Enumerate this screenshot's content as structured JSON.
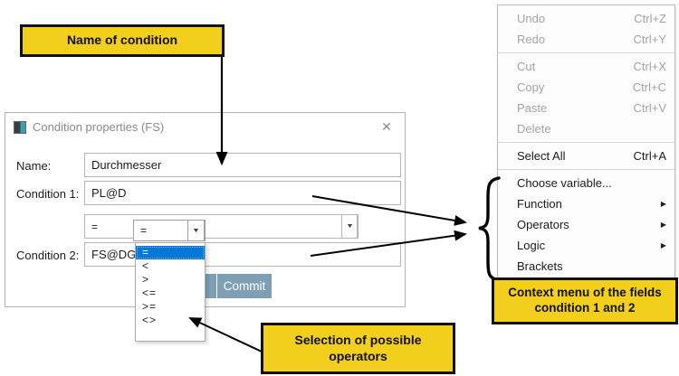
{
  "callouts": {
    "name_of_condition": "Name of condition",
    "selection_of_operators_line1": "Selection of possible",
    "selection_of_operators_line2": "operators",
    "context_menu_line1": "Context menu  of the fields",
    "context_menu_line2": "condition 1 and 2"
  },
  "dialog": {
    "title": "Condition properties (FS)",
    "name_label": "Name:",
    "name_value": "Durchmesser",
    "condition1_label": "Condition 1:",
    "condition1_value": "PL@D",
    "condition2_label": "Condition 2:",
    "condition2_value": "FS@DG",
    "operator_value": "=",
    "commit_label": "Commit"
  },
  "dropdown": {
    "combo_value": "=",
    "selected": "=",
    "options": [
      "=",
      "<",
      ">",
      "<=",
      ">=",
      "<>"
    ]
  },
  "menu": {
    "items": [
      {
        "label": "Undo",
        "shortcut": "Ctrl+Z",
        "enabled": false
      },
      {
        "label": "Redo",
        "shortcut": "Ctrl+Y",
        "enabled": false
      },
      {
        "label": "Cut",
        "shortcut": "Ctrl+X",
        "enabled": false
      },
      {
        "label": "Copy",
        "shortcut": "Ctrl+C",
        "enabled": false
      },
      {
        "label": "Paste",
        "shortcut": "Ctrl+V",
        "enabled": false
      },
      {
        "label": "Delete",
        "shortcut": "",
        "enabled": false
      },
      {
        "label": "Select All",
        "shortcut": "Ctrl+A",
        "enabled": true
      },
      {
        "label": "Choose variable...",
        "shortcut": "",
        "enabled": true
      },
      {
        "label": "Function",
        "submenu": true,
        "enabled": true
      },
      {
        "label": "Operators",
        "submenu": true,
        "enabled": true
      },
      {
        "label": "Logic",
        "submenu": true,
        "enabled": true
      },
      {
        "label": "Brackets",
        "shortcut": "",
        "enabled": true
      }
    ]
  },
  "icons": {
    "close": "✕",
    "dropdown_arrow": "▼",
    "submenu_arrow": "▶"
  },
  "colors": {
    "callout_yellow": "#F2CE1D",
    "selection_blue": "#0078D7",
    "commit_button": "#7E9FB4",
    "disabled_text": "#A3A3A3"
  }
}
